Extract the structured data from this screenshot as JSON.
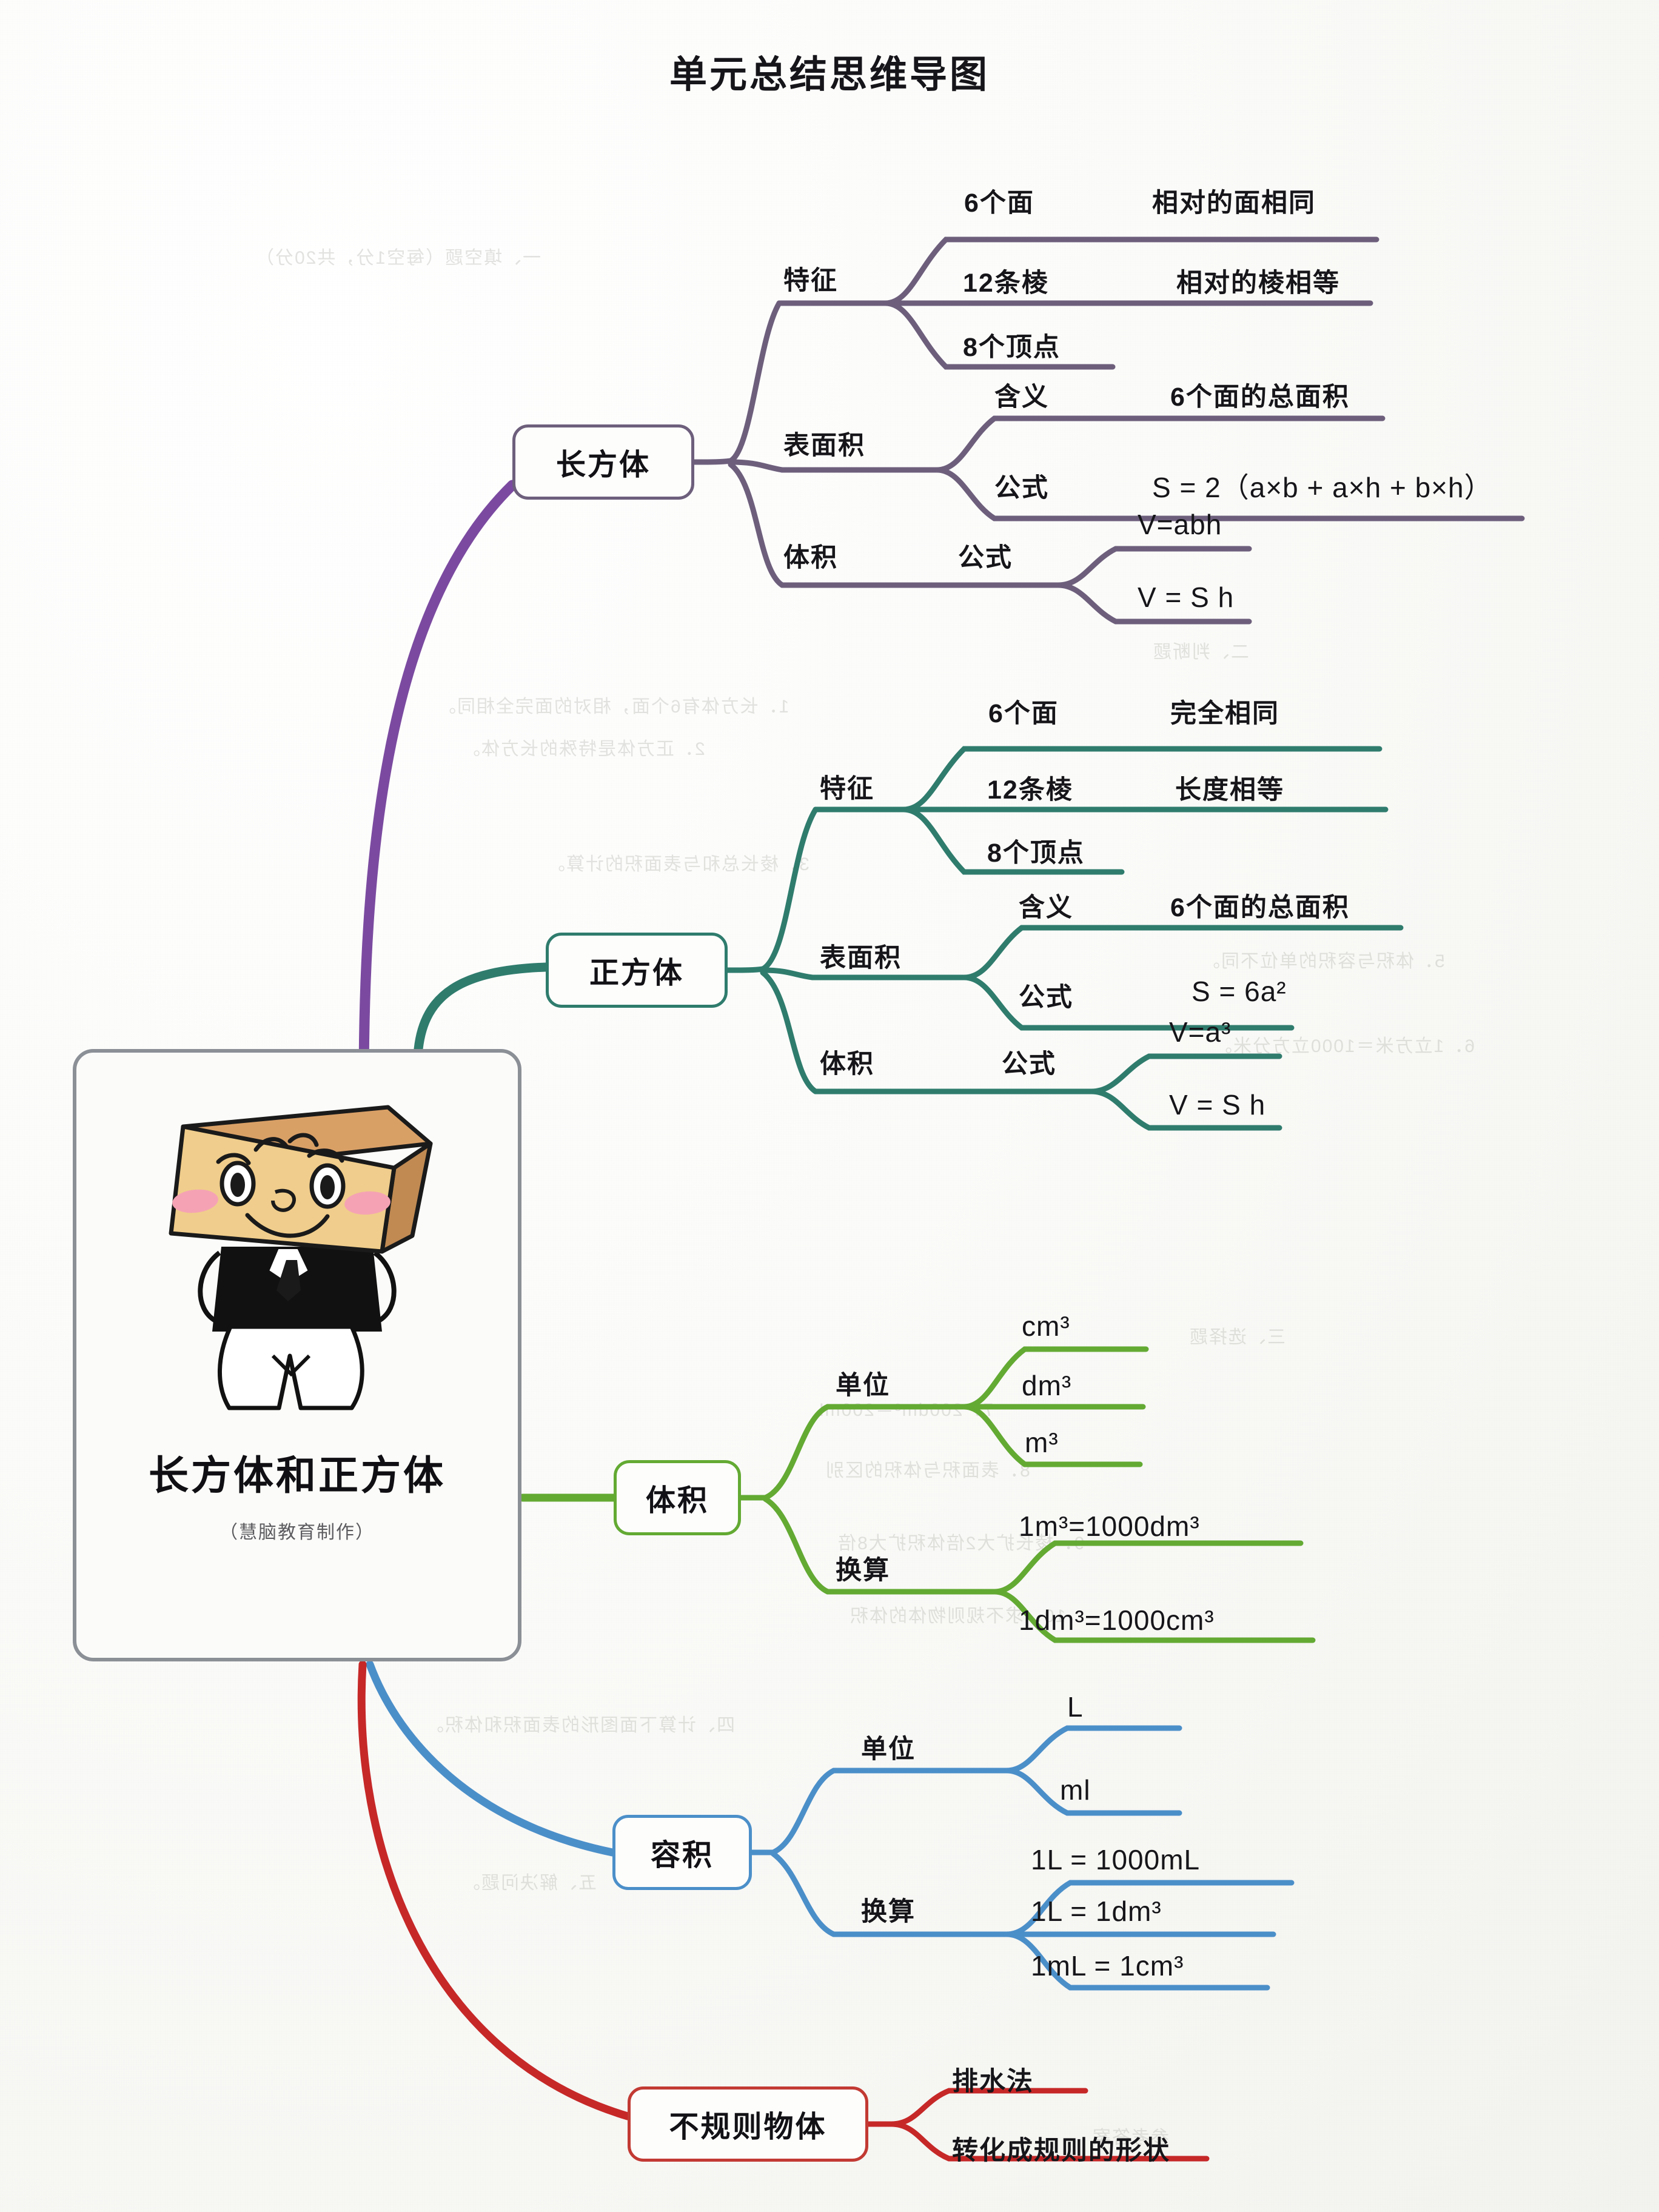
{
  "title": "单元总结思维导图",
  "center": {
    "title": "长方体和正方体",
    "subtitle": "（慧脑教育制作）",
    "mascot": "box-character-mascot"
  },
  "colors": {
    "cuboid": "#7b4aa0",
    "cube": "#2f7c6d",
    "volume": "#63aa33",
    "capacity": "#4b8fc9",
    "irregular": "#c62828",
    "center_border": "#8b8f96",
    "text": "#16161a"
  },
  "branches": [
    {
      "id": "cuboid",
      "label": "长方体",
      "color": "#7b4aa0",
      "groups": [
        {
          "label": "特征",
          "items": [
            {
              "label": "6个面",
              "detail": "相对的面相同"
            },
            {
              "label": "12条棱",
              "detail": "相对的棱相等"
            },
            {
              "label": "8个顶点",
              "detail": ""
            }
          ]
        },
        {
          "label": "表面积",
          "items": [
            {
              "label": "含义",
              "detail": "6个面的总面积"
            },
            {
              "label": "公式",
              "detail": "S = 2（a×b + a×h + b×h）"
            }
          ]
        },
        {
          "label": "体积",
          "items": [
            {
              "label": "公式",
              "detail": "",
              "leaves": [
                "V=abh",
                "V = S h"
              ]
            }
          ]
        }
      ]
    },
    {
      "id": "cube",
      "label": "正方体",
      "color": "#2f7c6d",
      "groups": [
        {
          "label": "特征",
          "items": [
            {
              "label": "6个面",
              "detail": "完全相同"
            },
            {
              "label": "12条棱",
              "detail": "长度相等"
            },
            {
              "label": "8个顶点",
              "detail": ""
            }
          ]
        },
        {
          "label": "表面积",
          "items": [
            {
              "label": "含义",
              "detail": "6个面的总面积"
            },
            {
              "label": "公式",
              "detail": "S = 6a²"
            }
          ]
        },
        {
          "label": "体积",
          "items": [
            {
              "label": "公式",
              "detail": "",
              "leaves": [
                "V=a³",
                "V = S h"
              ]
            }
          ]
        }
      ]
    },
    {
      "id": "volume",
      "label": "体积",
      "color": "#63aa33",
      "groups": [
        {
          "label": "单位",
          "items": [
            {
              "label": "cm³"
            },
            {
              "label": "dm³"
            },
            {
              "label": "m³"
            }
          ]
        },
        {
          "label": "换算",
          "items": [
            {
              "label": "1m³=1000dm³"
            },
            {
              "label": "1dm³=1000cm³"
            }
          ]
        }
      ]
    },
    {
      "id": "capacity",
      "label": "容积",
      "color": "#4b8fc9",
      "groups": [
        {
          "label": "单位",
          "items": [
            {
              "label": "L"
            },
            {
              "label": "ml"
            }
          ]
        },
        {
          "label": "换算",
          "items": [
            {
              "label": "1L = 1000mL"
            },
            {
              "label": "1L = 1dm³"
            },
            {
              "label": "1mL = 1cm³"
            }
          ]
        }
      ]
    },
    {
      "id": "irregular",
      "label": "不规则物体",
      "color": "#c62828",
      "groups": [
        {
          "label": "",
          "items": [
            {
              "label": "排水法"
            },
            {
              "label": "转化成规则的形状"
            }
          ]
        }
      ]
    }
  ],
  "labels": {
    "cuboid_node": "长方体",
    "cube_node": "正方体",
    "volume_node": "体积",
    "capacity_node": "容积",
    "irregular_node": "不规则物体",
    "c_feat": "特征",
    "c_feat_1": "6个面",
    "c_feat_1d": "相对的面相同",
    "c_feat_2": "12条棱",
    "c_feat_2d": "相对的棱相等",
    "c_feat_3": "8个顶点",
    "c_surf": "表面积",
    "c_surf_1": "含义",
    "c_surf_1d": "6个面的总面积",
    "c_surf_2": "公式",
    "c_surf_2d": "S = 2（a×b + a×h + b×h）",
    "c_vol": "体积",
    "c_vol_f": "公式",
    "c_vol_1": "V=abh",
    "c_vol_2": "V = S h",
    "q_feat": "特征",
    "q_feat_1": "6个面",
    "q_feat_1d": "完全相同",
    "q_feat_2": "12条棱",
    "q_feat_2d": "长度相等",
    "q_feat_3": "8个顶点",
    "q_surf": "表面积",
    "q_surf_1": "含义",
    "q_surf_1d": "6个面的总面积",
    "q_surf_2": "公式",
    "q_surf_2d": "S = 6a²",
    "q_vol": "体积",
    "q_vol_f": "公式",
    "q_vol_1": "V=a³",
    "q_vol_2": "V = S h",
    "v_unit": "单位",
    "v_u1": "cm³",
    "v_u2": "dm³",
    "v_u3": "m³",
    "v_conv": "换算",
    "v_c1": "1m³=1000dm³",
    "v_c2": "1dm³=1000cm³",
    "r_unit": "单位",
    "r_u1": "L",
    "r_u2": "ml",
    "r_conv": "换算",
    "r_c1": "1L = 1000mL",
    "r_c2": "1L = 1dm³",
    "r_c3": "1mL = 1cm³",
    "i_1": "排水法",
    "i_2": "转化成规则的形状"
  }
}
